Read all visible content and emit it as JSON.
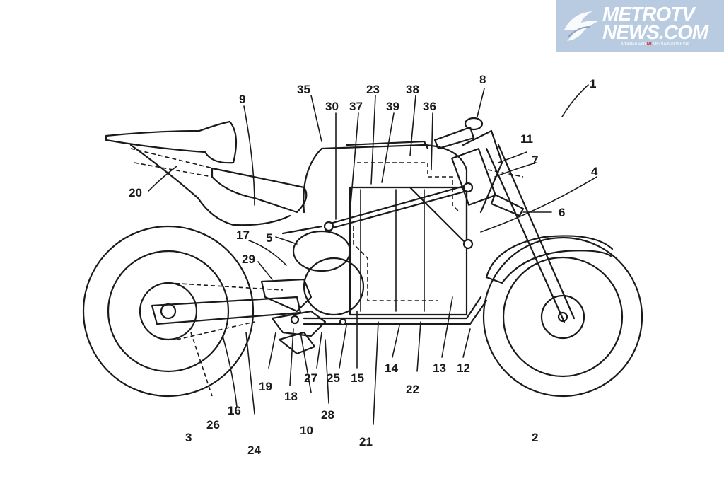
{
  "logo": {
    "line1": "METROTV",
    "line2": "NEWS.COM",
    "affiliate": "Affiliated with",
    "affiliate_mark": "MI",
    "affiliate_name": "MEDIAINDONESIA",
    "icon": "eagle-icon"
  },
  "diagram": {
    "labels": [
      "1",
      "2",
      "3",
      "4",
      "5",
      "6",
      "7",
      "8",
      "9",
      "10",
      "11",
      "12",
      "13",
      "14",
      "15",
      "16",
      "17",
      "18",
      "19",
      "20",
      "21",
      "22",
      "23",
      "24",
      "25",
      "26",
      "27",
      "28",
      "29",
      "30",
      "35",
      "36",
      "37",
      "38",
      "39"
    ]
  }
}
